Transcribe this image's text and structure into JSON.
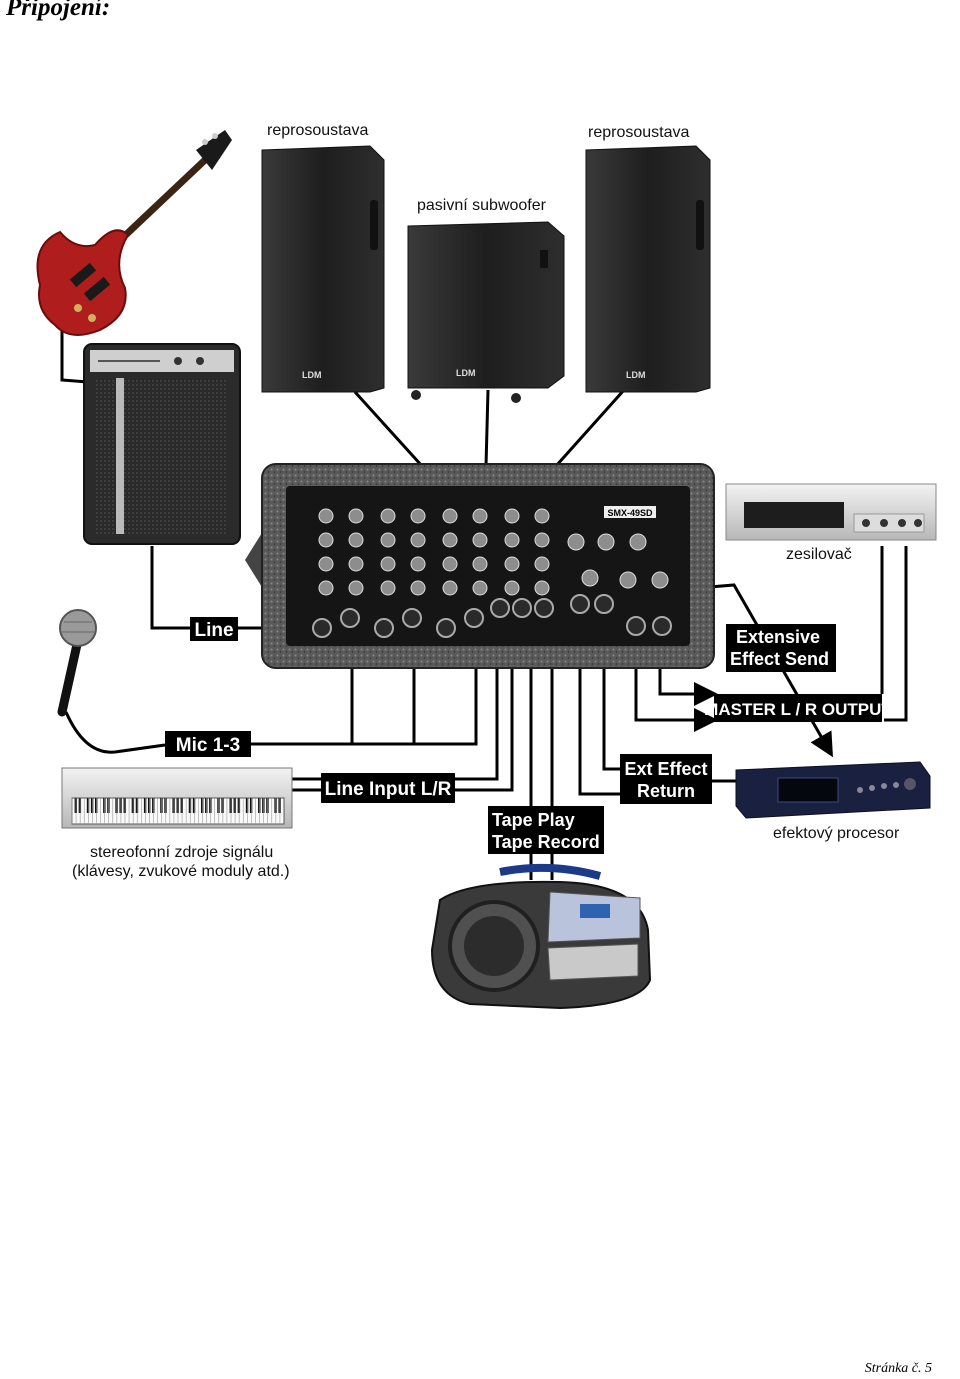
{
  "page": {
    "heading": "Připojení:",
    "footer": "Stránka č. 5"
  },
  "devices": {
    "speaker_left": "reprosoustava",
    "speaker_right": "reprosoustava",
    "subwoofer": "pasivní subwoofer",
    "amplifier": "zesilovač",
    "effects_processor": "efektový procesor",
    "keyboard_line1": "stereofonní zdroje signálu",
    "keyboard_line2": "(klávesy, zvukové moduly atd.)",
    "mixer_model": "SMX-49SD",
    "speaker_badge": "LDM"
  },
  "connections": {
    "line": "Line",
    "mic": "Mic 1-3",
    "line_input": "Line Input L/R",
    "tape_play": "Tape Play",
    "tape_record": "Tape Record",
    "extensive_effect_send_1": "Extensive",
    "extensive_effect_send_2": "Effect Send",
    "master_output": "MASTER L / R OUTPUT",
    "ext_effect_return_1": "Ext Effect",
    "ext_effect_return_2": "Return"
  }
}
